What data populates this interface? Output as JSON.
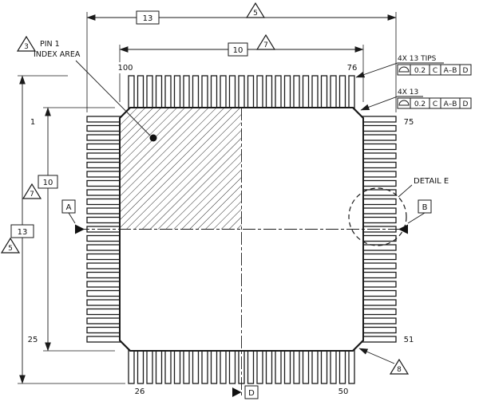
{
  "package": {
    "pins_per_side": 25,
    "pin_labels": {
      "top_left": "100",
      "top_right": "76",
      "left_top": "1",
      "left_bottom": "25",
      "bottom_left": "26",
      "bottom_right": "50",
      "right_top": "75",
      "right_bottom": "51"
    }
  },
  "dimensions": {
    "overall_h": {
      "value": "13",
      "flag": "5"
    },
    "body_h": {
      "value": "10",
      "flag": "7"
    },
    "overall_v": {
      "value": "13",
      "flag": "5"
    },
    "body_v": {
      "value": "10",
      "flag": "7"
    }
  },
  "notes": {
    "pin1_flag": "3",
    "pin1_line1": "PIN 1",
    "pin1_line2": "INDEX AREA",
    "corner_flag": "8",
    "detail_label": "DETAIL E",
    "fcf_tips": {
      "title": "4X 13 TIPS",
      "tolerance": "0.2",
      "datum1": "C",
      "datum2": "A–B",
      "datum3": "D"
    },
    "fcf_side": {
      "title": "4X 13",
      "tolerance": "0.2",
      "datum1": "C",
      "datum2": "A–B",
      "datum3": "D"
    }
  },
  "datums": {
    "a": "A",
    "b": "B",
    "d": "D"
  },
  "colors": {
    "line": "#1a1a1a",
    "background": "#ffffff"
  }
}
